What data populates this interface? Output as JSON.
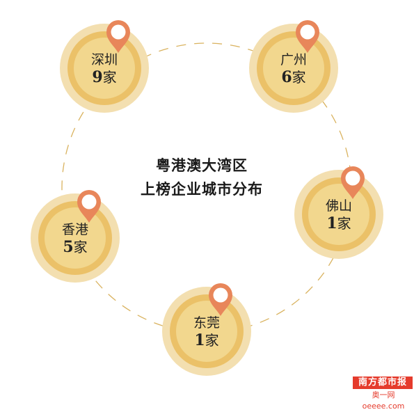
{
  "title": {
    "line1": "粤港澳大湾区",
    "line2": "上榜企业城市分布"
  },
  "cities": [
    {
      "name": "深圳",
      "count": "9",
      "unit": "家"
    },
    {
      "name": "广州",
      "count": "6",
      "unit": "家"
    },
    {
      "name": "佛山",
      "count": "1",
      "unit": "家"
    },
    {
      "name": "东莞",
      "count": "1",
      "unit": "家"
    },
    {
      "name": "香港",
      "count": "5",
      "unit": "家"
    }
  ],
  "footer": {
    "logo": "南方都市报",
    "url": "奥一网oeeee.com"
  },
  "colors": {
    "outer_ring": "#f3dfb0",
    "mid_ring": "#ebc168",
    "inner_disc": "#f2d78e",
    "pin": "#e8865a",
    "dash_circle": "#d9b25e"
  }
}
